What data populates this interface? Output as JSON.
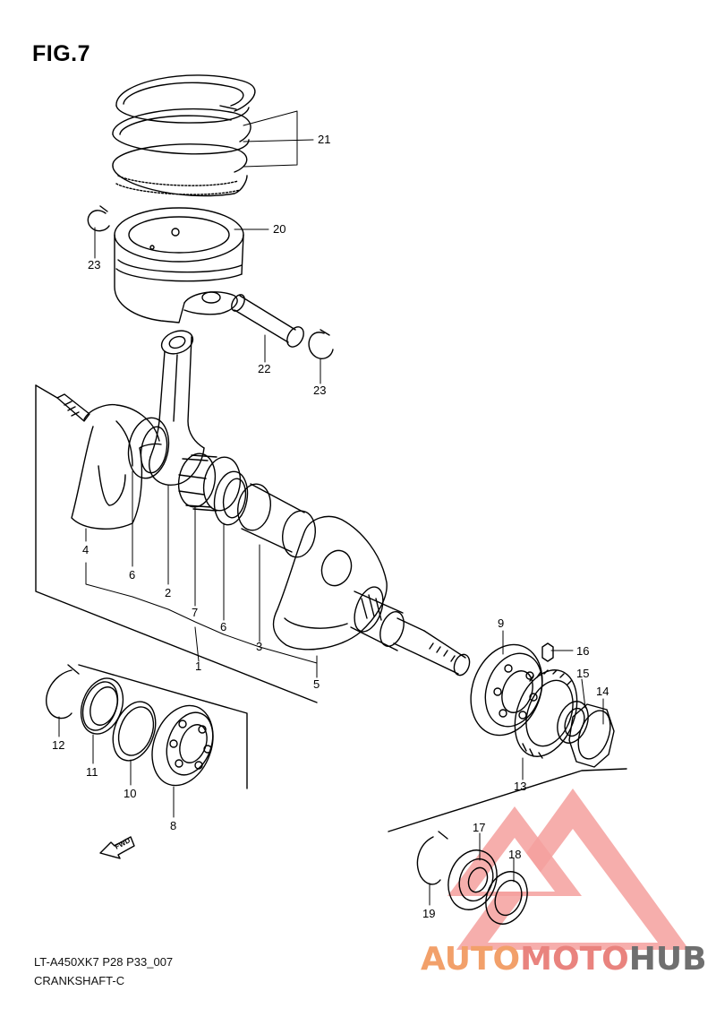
{
  "figure": {
    "title": "FIG.7"
  },
  "footer": {
    "code": "LT-A450XK7 P28 P33_007",
    "name": "CRANKSHAFT-C"
  },
  "direction_marker": {
    "label": "FWD"
  },
  "watermark": {
    "part1": "AUTO",
    "part2": "MOTO",
    "part3": "HUB"
  },
  "callouts": {
    "c1": "1",
    "c2": "2",
    "c3": "3",
    "c4": "4",
    "c5": "5",
    "c6a": "6",
    "c6b": "6",
    "c7": "7",
    "c8": "8",
    "c9": "9",
    "c10": "10",
    "c11": "11",
    "c12": "12",
    "c13": "13",
    "c14": "14",
    "c15": "15",
    "c16": "16",
    "c17": "17",
    "c18": "18",
    "c19": "19",
    "c20": "20",
    "c21": "21",
    "c22": "22",
    "c23a": "23",
    "c23b": "23"
  },
  "colors": {
    "line": "#000000",
    "watermark_red": "#ef7d7b",
    "watermark_orange": "#f2a06a",
    "watermark_grey": "#6f6f6f"
  }
}
